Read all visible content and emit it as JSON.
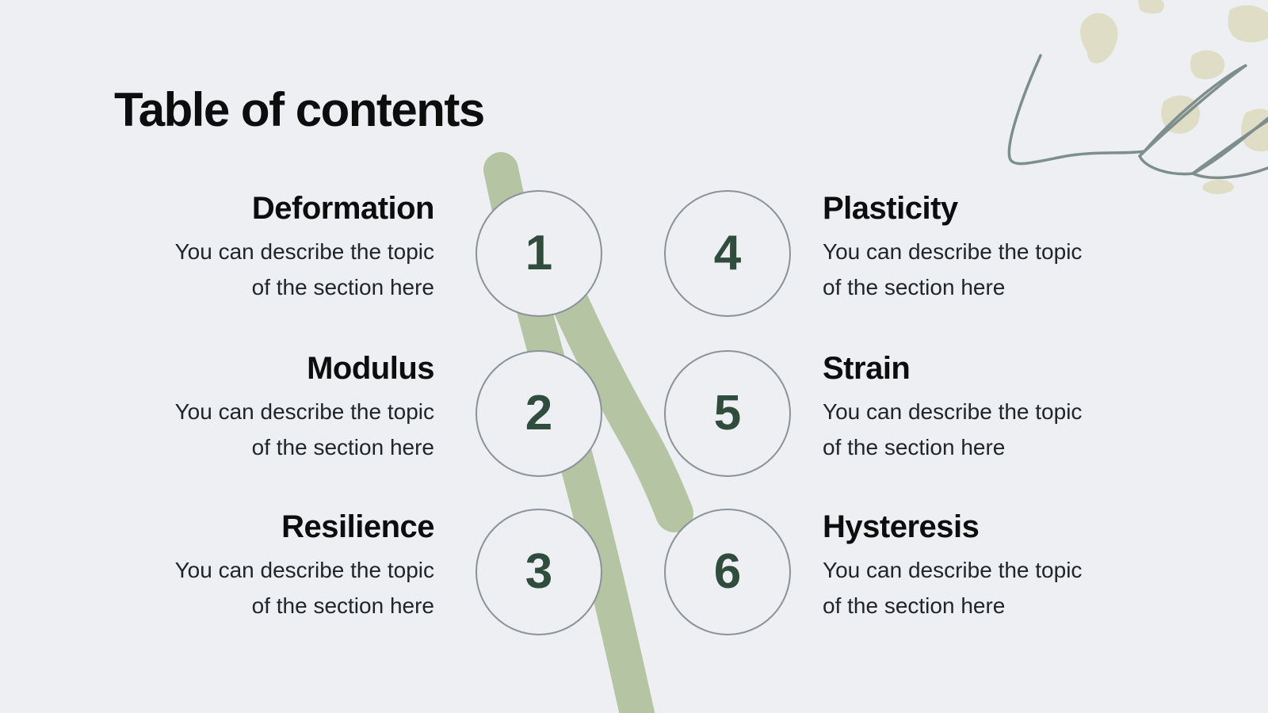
{
  "slide": {
    "title": "Table of contents",
    "items": [
      {
        "number": "1",
        "heading": "Deformation",
        "description_lines": [
          "You can describe the topic",
          "of the section here"
        ]
      },
      {
        "number": "2",
        "heading": "Modulus",
        "description_lines": [
          "You can describe the topic",
          "of the section here"
        ]
      },
      {
        "number": "3",
        "heading": "Resilience",
        "description_lines": [
          "You can describe the topic",
          "of the section here"
        ]
      },
      {
        "number": "4",
        "heading": "Plasticity",
        "description_lines": [
          "You can describe the topic",
          "of the section here"
        ]
      },
      {
        "number": "5",
        "heading": "Strain",
        "description_lines": [
          "You can describe the topic",
          "of the section here"
        ]
      },
      {
        "number": "6",
        "heading": "Hysteresis",
        "description_lines": [
          "You can describe the topic",
          "of the section here"
        ]
      }
    ]
  },
  "colors": {
    "background": "#edeff3",
    "title_text": "#0d0d0d",
    "body_text": "#212529",
    "number_green": "#2f4c3c",
    "circle_border": "#8b9299",
    "stem_green": "#b5c4a3",
    "blob_beige": "#dfddc6",
    "scribble_gray": "#7e8e8d"
  }
}
